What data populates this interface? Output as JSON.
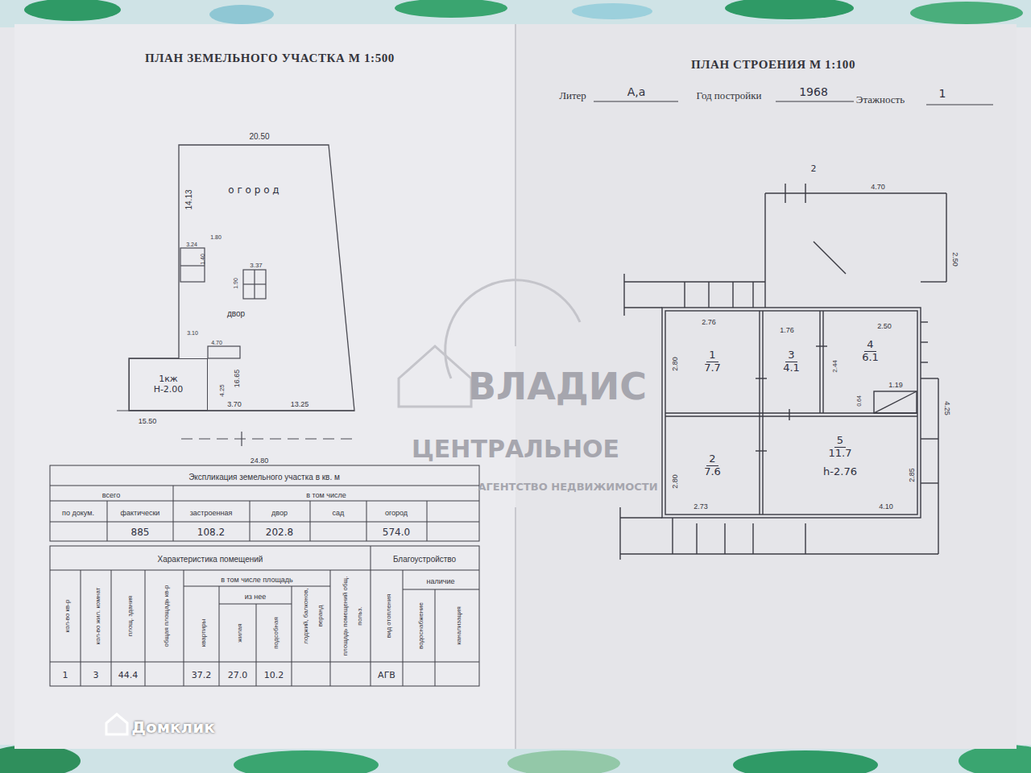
{
  "diagram": {
    "nodes": [
      {
        "text": [
          "о г о р о д"
        ]
      },
      {
        "text": [
          "1кж",
          "Н-2.00"
        ],
        "in": 0
      },
      {
        "text": [
          "1",
          "7.7"
        ]
      },
      {
        "text": [
          "3",
          "4.1"
        ]
      },
      {
        "text": [
          "4",
          "6.1"
        ]
      },
      {
        "text": [
          "2",
          "7.6"
        ]
      },
      {
        "text": [
          "5",
          "11.7",
          "h-2.76"
        ]
      }
    ],
    "labels": [
      "ПЛАН ЗЕМЕЛЬНОГО УЧАСТКА М 1:500",
      "20.50",
      "14.13",
      "3.24",
      "1.80",
      "1.40",
      "3.37",
      "1.90",
      "двор",
      "3.10",
      "4.70",
      "4.25",
      "16.65",
      "3.70",
      "13.25",
      "15.50",
      "24.80",
      "Экспликация земельного участка в кв. м",
      "всего",
      "в том числе",
      "по докум.",
      "фактически",
      "застроенная",
      "двор",
      "сад",
      "огород",
      "885",
      "108.2",
      "202.8",
      "574.0",
      "Характеристика помещений",
      "Благоустройство",
      "в том числе площадь",
      "наличие",
      "из нее",
      "кол-во кв-р",
      "кол-во жил. комнат",
      "площ. здания",
      "общая площадь кв-р",
      "квартиры",
      "жилая",
      "подсобная",
      "лоджий, балконов, веранд",
      "площадь помещений общ. польз.",
      "вид отопления",
      "водоснабжение",
      "канализация",
      "1",
      "3",
      "44.4",
      "37.2",
      "27.0",
      "10.2",
      "АГВ",
      "ПЛАН СТРОЕНИЯ М 1:100",
      "Литер",
      "А,а",
      "Год постройки",
      "1968",
      "Этажность",
      "1",
      "2",
      "4.70",
      "2.50",
      "2.76",
      "1.76",
      "2.50",
      "2.80",
      "2.44",
      "0.64",
      "1.19",
      "4.25",
      "2.80",
      "2.85",
      "2.73",
      "4.10",
      "ВЛАДИС",
      "ЦЕНТРАЛЬНОЕ",
      "АГЕНТСТВО НЕДВИЖИМОСТИ",
      "Домклик"
    ]
  }
}
